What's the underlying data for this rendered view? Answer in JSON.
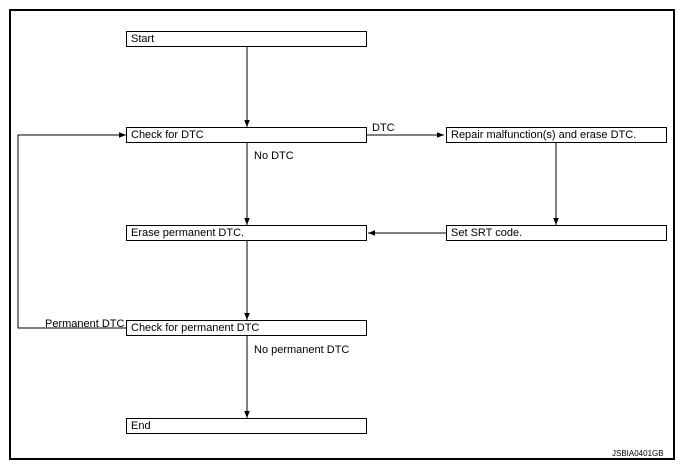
{
  "steps": {
    "start": "Start",
    "check_dtc": "Check for DTC",
    "repair": "Repair malfunction(s) and erase DTC.",
    "erase_permanent": "Erase permanent DTC.",
    "set_srt": "Set SRT code.",
    "check_permanent": "Check for permanent DTC",
    "end": "End"
  },
  "branches": {
    "dtc": "DTC",
    "no_dtc": "No DTC",
    "permanent_dtc": "Permanent DTC",
    "no_permanent_dtc": "No permanent DTC"
  },
  "figure_code": "JSBIA0401GB"
}
